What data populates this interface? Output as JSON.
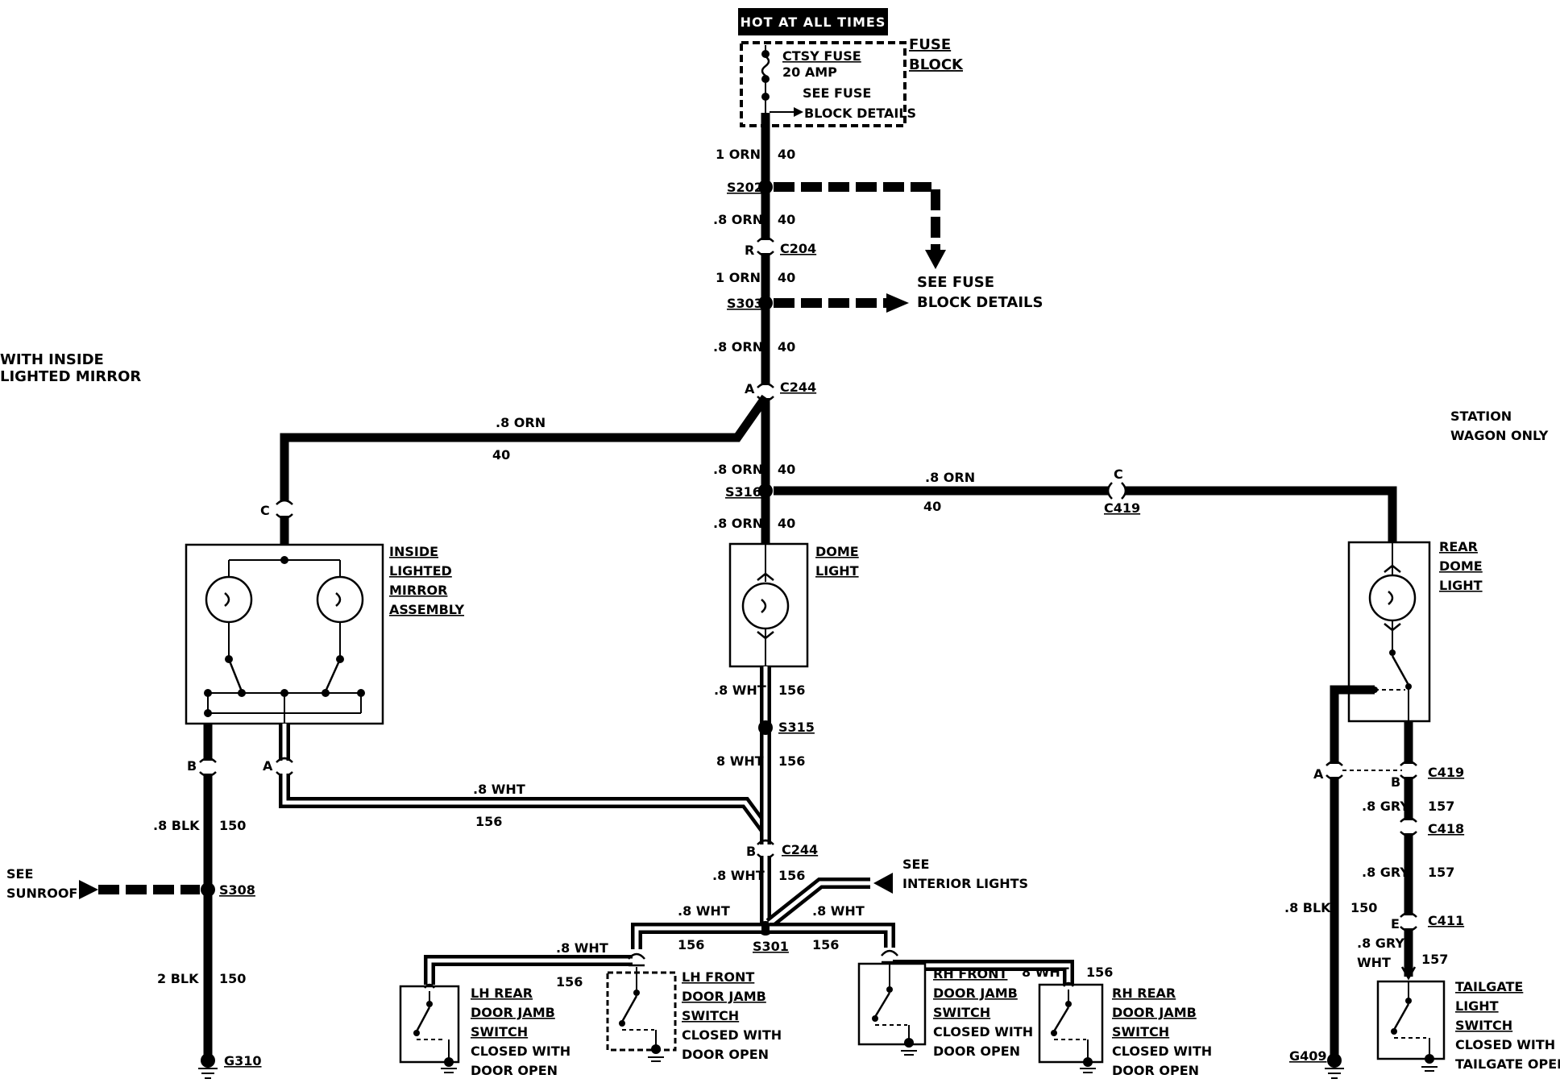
{
  "header": {
    "hot_label": "HOT AT ALL TIMES"
  },
  "fuse": {
    "name": "CTSY FUSE",
    "rating": "20 AMP",
    "see_line1": "SEE FUSE",
    "see_line2": "BLOCK DETAILS",
    "block_line1": "FUSE",
    "block_line2": "BLOCK"
  },
  "see_fuse_block": {
    "line1": "SEE FUSE",
    "line2": "BLOCK DETAILS"
  },
  "notes": {
    "mirror_line1": "WITH INSIDE",
    "mirror_line2": "LIGHTED MIRROR",
    "wagon_line1": "STATION",
    "wagon_line2": "WAGON ONLY",
    "sunroof_line1": "SEE",
    "sunroof_line2": "SUNROOF",
    "interior_line1": "SEE",
    "interior_line2": "INTERIOR LIGHTS"
  },
  "wire_labels": {
    "orn_1": "1 ORN",
    "orn_08": ".8 ORN",
    "orn_circuit": "40",
    "wht_08": ".8 WHT",
    "wht_08_alt": "8 WHT",
    "wht_circuit": "156",
    "blk_08": ".8 BLK",
    "blk_2": "2 BLK",
    "blk_circuit": "150",
    "gry_08": ".8 GRY",
    "gry_circuit": "157",
    "gry_wht_1": ".8 GRY/",
    "gry_wht_2": "WHT"
  },
  "splices": {
    "s202": "S202",
    "s303": "S303",
    "s316": "S316",
    "s315": "S315",
    "s301": "S301",
    "s308": "S308"
  },
  "connectors": {
    "c204": "C204",
    "c244": "C244",
    "c419": "C419",
    "c418": "C418",
    "c411": "C411",
    "pin_a": "A",
    "pin_b": "B",
    "pin_c": "C",
    "pin_e": "E",
    "pin_r": "R"
  },
  "grounds": {
    "g310": "G310",
    "g409": "G409"
  },
  "components": {
    "mirror": [
      "INSIDE",
      "LIGHTED",
      "MIRROR",
      "ASSEMBLY"
    ],
    "dome": [
      "DOME",
      "LIGHT"
    ],
    "rear_dome": [
      "REAR",
      "DOME",
      "LIGHT"
    ],
    "lh_rear": [
      "LH REAR",
      "DOOR JAMB",
      "SWITCH"
    ],
    "lh_front": [
      "LH FRONT",
      "DOOR JAMB",
      "SWITCH"
    ],
    "rh_front": [
      "RH FRONT",
      "DOOR JAMB",
      "SWITCH"
    ],
    "rh_rear": [
      "RH REAR",
      "DOOR JAMB",
      "SWITCH"
    ],
    "tailgate": [
      "TAILGATE",
      "LIGHT",
      "SWITCH"
    ],
    "closed_with": "CLOSED WITH",
    "door_open": "DOOR OPEN",
    "tailgate_open": "TAILGATE OPEN"
  }
}
